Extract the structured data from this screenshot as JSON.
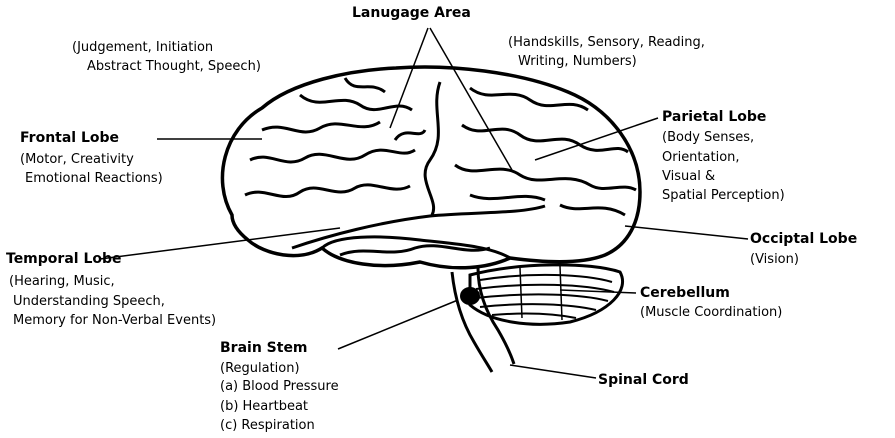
{
  "language_area": {
    "title": "Lanugage Area",
    "left_desc_1": "(Judgement, Initiation",
    "left_desc_2": "Abstract Thought, Speech)",
    "right_desc_1": "(Handskills, Sensory, Reading,",
    "right_desc_2": "Writing, Numbers)"
  },
  "frontal_lobe": {
    "title": "Frontal Lobe",
    "desc_1": "(Motor, Creativity",
    "desc_2": "Emotional Reactions)"
  },
  "parietal_lobe": {
    "title": "Parietal Lobe",
    "desc_1": "(Body Senses,",
    "desc_2": "Orientation,",
    "desc_3": "Visual &",
    "desc_4": "Spatial Perception)"
  },
  "temporal_lobe": {
    "title": "Temporal Lobe",
    "desc_1": "(Hearing, Music,",
    "desc_2": "Understanding Speech,",
    "desc_3": "Memory for Non-Verbal Events)"
  },
  "occipital_lobe": {
    "title": "Occiptal Lobe",
    "desc_1": "(Vision)"
  },
  "cerebellum": {
    "title": "Cerebellum",
    "desc_1": "(Muscle Coordination)"
  },
  "brain_stem": {
    "title": "Brain Stem",
    "desc_1": "(Regulation)",
    "desc_2": "(a) Blood Pressure",
    "desc_3": "(b) Heartbeat",
    "desc_4": "(c) Respiration"
  },
  "spinal_cord": {
    "title": "Spinal Cord"
  }
}
